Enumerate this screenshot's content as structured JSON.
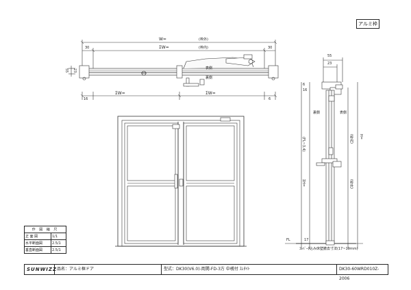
{
  "material_tag": "アルミ枠",
  "plan_view": {
    "overall_width": "W=",
    "overall_width_note": "(枠外)",
    "clear_width": "ΣW=",
    "clear_width_note": "(枠内)",
    "left_offset": "30",
    "right_offset": "30",
    "depth_a": "55",
    "depth_b": "23",
    "leaf_width_left": "ΣW=",
    "leaf_width_right": "ΣW=",
    "edge_left": "16",
    "edge_right": "6",
    "face_front": "表側",
    "face_back": "裏側"
  },
  "section_view": {
    "top_a": "55",
    "top_b": "23",
    "top_left": "6",
    "top_left2": "16",
    "face_back": "裏側",
    "face_front": "表側",
    "height_upper": "(FL~3.4)",
    "height_lower_left": "ΣH=",
    "height_right_a": "(枠内)",
    "height_right_b": "H=",
    "height_right_c": "(枠外)",
    "floor_label": "FL",
    "floor_value": "17",
    "note": "ｴﾚﾊﾞｰﾀ込み床壁撤去寸法(17~19mm)"
  },
  "scale_table": {
    "header": "作 図 縮 尺",
    "rows": [
      {
        "label": "正 面 図",
        "value": "1/1"
      },
      {
        "label": "水平断面図",
        "value": "2.5/1"
      },
      {
        "label": "垂直断面図",
        "value": "2.5/1"
      }
    ]
  },
  "title_block": {
    "brand": "SUNWIZZ",
    "product_label": "品名：",
    "product_name": "アルミ框ドア",
    "model_label": "型式：",
    "model_text": "DK30(V6.0)-両開-FD-3方 中桟付 ｽﾚﾀｲﾄ",
    "drawing_no": "DK30-60WRD010Z-2006"
  }
}
